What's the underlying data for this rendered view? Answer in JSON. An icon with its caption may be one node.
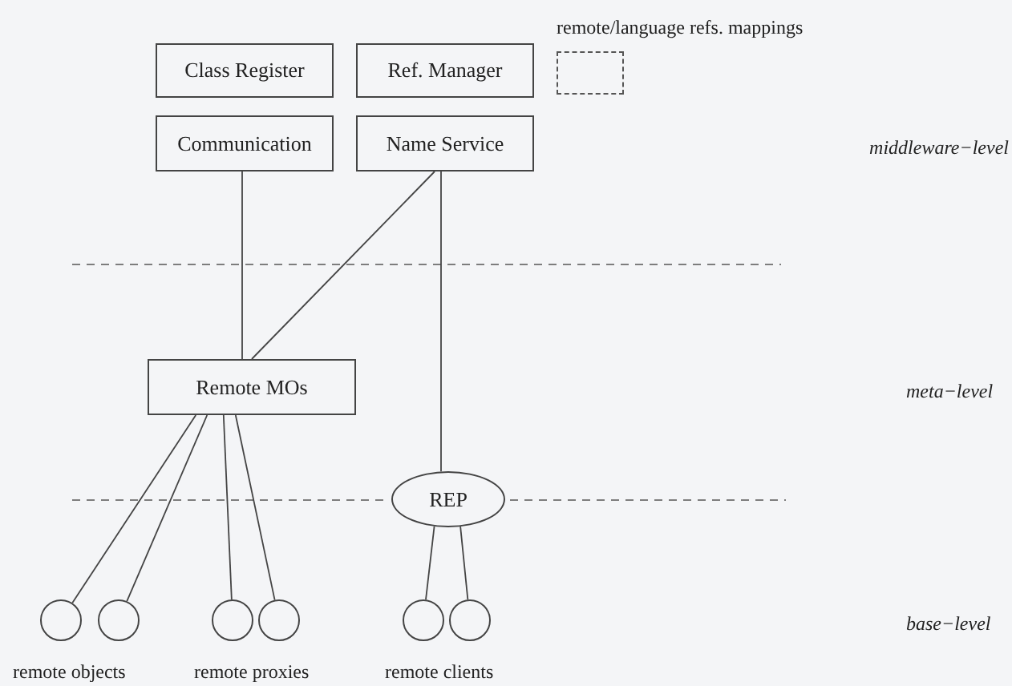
{
  "diagram": {
    "nodes": [
      {
        "text": [
          "Class Register"
        ]
      },
      {
        "text": [
          "Ref. Manager"
        ]
      },
      {
        "text": [
          "Communication"
        ]
      },
      {
        "text": [
          "Name Service"
        ]
      },
      {
        "text": [
          "Remote MOs"
        ]
      },
      {
        "text": [
          "REP"
        ]
      },
      {
        "text": [],
        "shape": "circle"
      },
      {
        "text": [],
        "shape": "circle"
      },
      {
        "text": [],
        "shape": "circle"
      },
      {
        "text": [],
        "shape": "circle"
      },
      {
        "text": [],
        "shape": "circle"
      },
      {
        "text": [],
        "shape": "circle"
      }
    ],
    "edges": [
      {
        "from": 2,
        "to": 4,
        "arrow": "none"
      },
      {
        "from": 3,
        "to": 4,
        "arrow": "none"
      },
      {
        "from": 3,
        "to": 5,
        "arrow": "none"
      },
      {
        "from": 4,
        "to": 6,
        "arrow": "none"
      },
      {
        "from": 4,
        "to": 7,
        "arrow": "none"
      },
      {
        "from": 4,
        "to": 8,
        "arrow": "none"
      },
      {
        "from": 4,
        "to": 9,
        "arrow": "none"
      },
      {
        "from": 5,
        "to": 10,
        "arrow": "none"
      },
      {
        "from": 5,
        "to": 11,
        "arrow": "none"
      }
    ],
    "labels": [
      "middleware−level",
      "meta−level",
      "base−level",
      "remote objects",
      "remote proxies",
      "remote clients"
    ],
    "legend": [
      {
        "text": "remote/language refs. mappings"
      }
    ]
  }
}
